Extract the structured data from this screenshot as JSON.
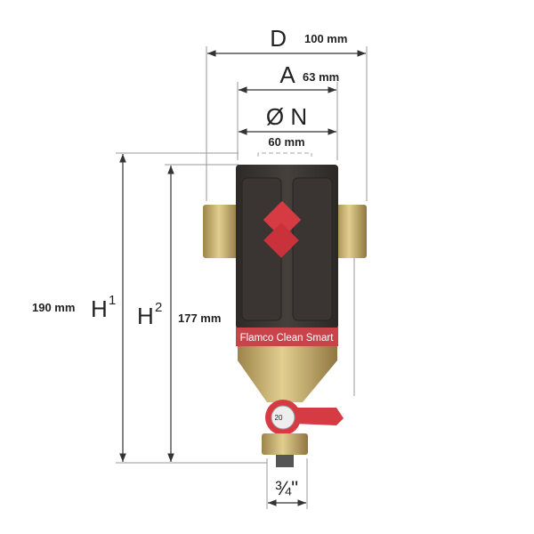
{
  "dimensions": {
    "D": {
      "label": "D",
      "value": "100 mm"
    },
    "A": {
      "label": "A",
      "value": "63 mm"
    },
    "N": {
      "label": "Ø N",
      "value": "60 mm"
    },
    "H1": {
      "label": "H",
      "sup": "1",
      "value": "190 mm"
    },
    "H2": {
      "label": "H",
      "sup": "2",
      "value": "177 mm"
    },
    "drain": {
      "value": "¾\""
    }
  },
  "product": {
    "band_text": "Flamco Clean Smart",
    "dial_value": "20"
  },
  "colors": {
    "body": "#3a3633",
    "brass": "#c8b06a",
    "red": "#d63a43"
  }
}
